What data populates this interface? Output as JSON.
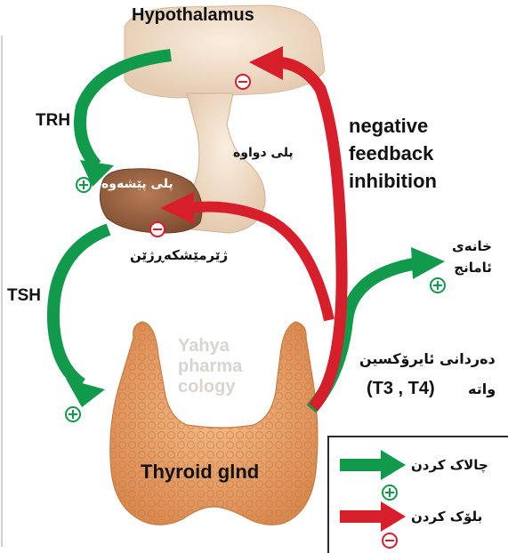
{
  "labels": {
    "hypothalamus": "Hypothalamus",
    "trh": "TRH",
    "tsh": "TSH",
    "negative_feedback": [
      "negative",
      "feedback",
      "inhibition"
    ],
    "posterior_pituitary": "پلی دواوە",
    "anterior_pituitary": "پلی پێشەوە",
    "pituitary_gland": "ژێرمێشکەڕژێن",
    "target_cells": [
      "خانەی",
      "ئامانج"
    ],
    "thyroxine_hormone": [
      "دەردانی ئایرۆکسین",
      "واتە"
    ],
    "thyroxine_codes": "(T3 , T4)",
    "thyroid_gland": "Thyroid glnd",
    "watermark": [
      "Yahya",
      "pharma",
      "cology"
    ]
  },
  "legend": {
    "activate": "چالاک کردن",
    "block": "بلۆک کردن"
  },
  "colors": {
    "stimulate_green": "#129a4c",
    "inhibit_red": "#d71e2b",
    "brain_tissue": "#f0dcc6",
    "pituitary_anterior": "#9a6443",
    "thyroid_orange": "#e49a63"
  }
}
